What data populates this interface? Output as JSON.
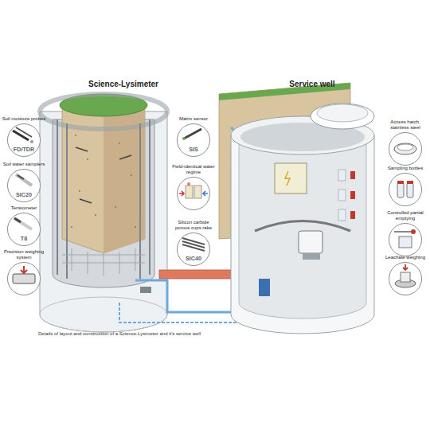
{
  "diagram": {
    "caption": "Details of layout and construction of a Science-Lysimeter and it's service well",
    "nodes": [
      {
        "text": [
          "Soil moisture probes",
          "FD/TDR"
        ]
      },
      {
        "text": [
          "Soil water samplers",
          "SIC20"
        ]
      },
      {
        "text": [
          "Tensiometer",
          "T8"
        ]
      },
      {
        "text": [
          "Precision weighing system"
        ]
      },
      {
        "text": [
          "Matrix sensor",
          "SIS"
        ]
      },
      {
        "text": [
          "Field-identical water regime"
        ]
      },
      {
        "text": [
          "Silicon carbide porous cups rake",
          "SIC40"
        ]
      },
      {
        "text": [
          "Access hatch, stainless steel"
        ]
      },
      {
        "text": [
          "Sampling bottles"
        ]
      },
      {
        "text": [
          "Controlled partial emptying"
        ]
      },
      {
        "text": [
          "Leachate weighing"
        ]
      }
    ],
    "labels": [
      "Science-Lysimeter",
      "Service well"
    ]
  }
}
